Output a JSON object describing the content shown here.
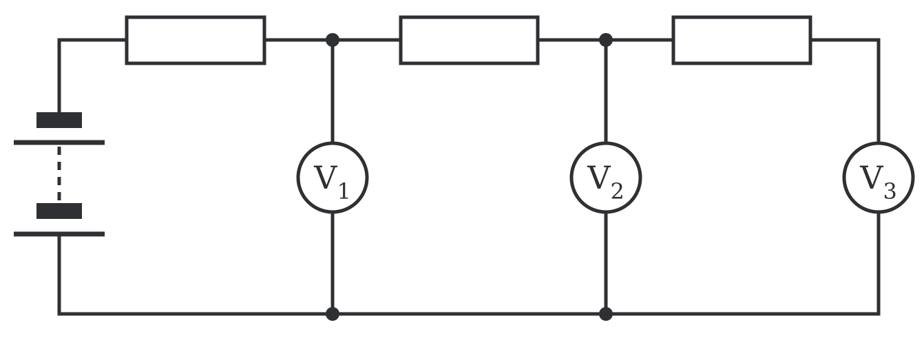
{
  "voltmeters": [
    {
      "letter": "V",
      "subscript": "1"
    },
    {
      "letter": "V",
      "subscript": "2"
    },
    {
      "letter": "V",
      "subscript": "3"
    }
  ],
  "colors": {
    "ink": "#2f3033",
    "background": "#ffffff"
  }
}
